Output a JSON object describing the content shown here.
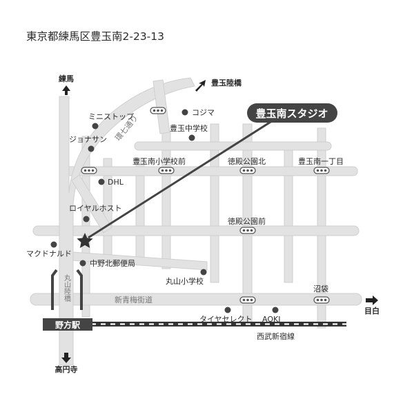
{
  "address": "東京都練馬区豊玉南2-23-13",
  "studio_name": "豊玉南スタジオ",
  "directions": {
    "north": "練馬",
    "northeast": "豊玉陸橋",
    "south": "高円寺",
    "east": "目白"
  },
  "roads": {
    "kannana": "環七通り",
    "marunouchi": "丸山陸橋",
    "shin_ome": "新青梅街道",
    "seibu_line": "西武新宿線"
  },
  "station": "野方駅",
  "bus_stops": {
    "toyotama_minami_elem": "豊玉南小学校前",
    "tokuden_koen_kita": "徳殿公園北",
    "toyotama_minami_1": "豊玉南一丁目",
    "tokuden_koen_mae": "徳殿公園前",
    "numabukuro": "沼袋"
  },
  "landmarks": {
    "ministop": "ミニストップ",
    "jonathan": "ジョナサン",
    "dhl": "DHL",
    "royal_host": "ロイヤルホスト",
    "mcdonalds": "マクドナルド",
    "nakano_kita_post": "中野北郵便局",
    "maruyama_elem": "丸山小学校",
    "kojima": "コジマ",
    "toyotama_junior": "豊玉中学校",
    "tire_select": "タイヤセレクト",
    "aoki": "AOKI"
  },
  "colors": {
    "road": "#e2e2e2",
    "road_edge": "#cfcfcf",
    "callout": "#444444",
    "text": "#2a2a2a"
  }
}
